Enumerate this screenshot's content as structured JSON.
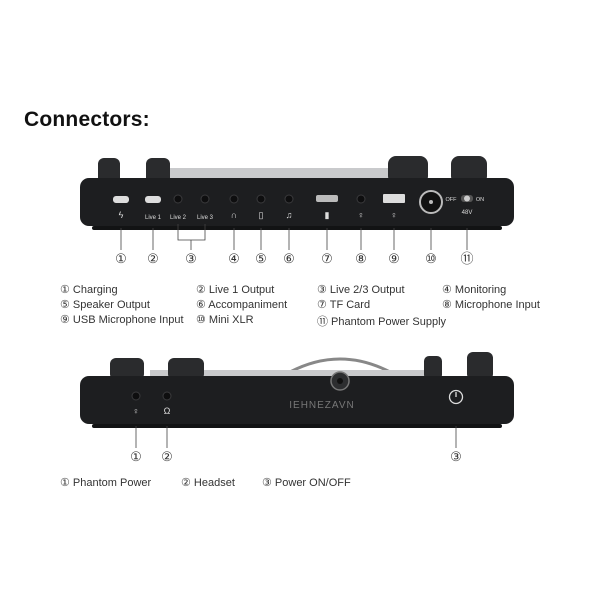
{
  "title": "Connectors:",
  "front_panel": {
    "port_labels": [
      "Live 1",
      "Live 2",
      "Live 3"
    ],
    "switch": {
      "off": "OFF",
      "on": "ON",
      "volt": "48V"
    },
    "callouts": [
      "①",
      "②",
      "③",
      "④",
      "⑤",
      "⑥",
      "⑦",
      "⑧",
      "⑨",
      "⑩",
      "⑪"
    ],
    "legend": [
      [
        "① Charging",
        "② Live 1 Output",
        "③ Live 2/3  Output",
        "④ Monitoring"
      ],
      [
        "⑤ Speaker Output",
        "⑥ Accompaniment",
        "⑦ TF Card",
        "⑧ Microphone Input"
      ],
      [
        "⑨ USB Microphone Input",
        "⑩ Mini XLR",
        "⑪ Phantom Power Supply"
      ]
    ]
  },
  "rear_panel": {
    "brand": "IEHNEZAVN",
    "callouts": [
      "①",
      "②",
      "③"
    ],
    "legend": [
      "① Phantom Power",
      "② Headset",
      "③ Power ON/OFF"
    ]
  },
  "colors": {
    "device": "#1d1e20",
    "knob": "#2a2b2d",
    "accent": "#cfd0d2"
  }
}
